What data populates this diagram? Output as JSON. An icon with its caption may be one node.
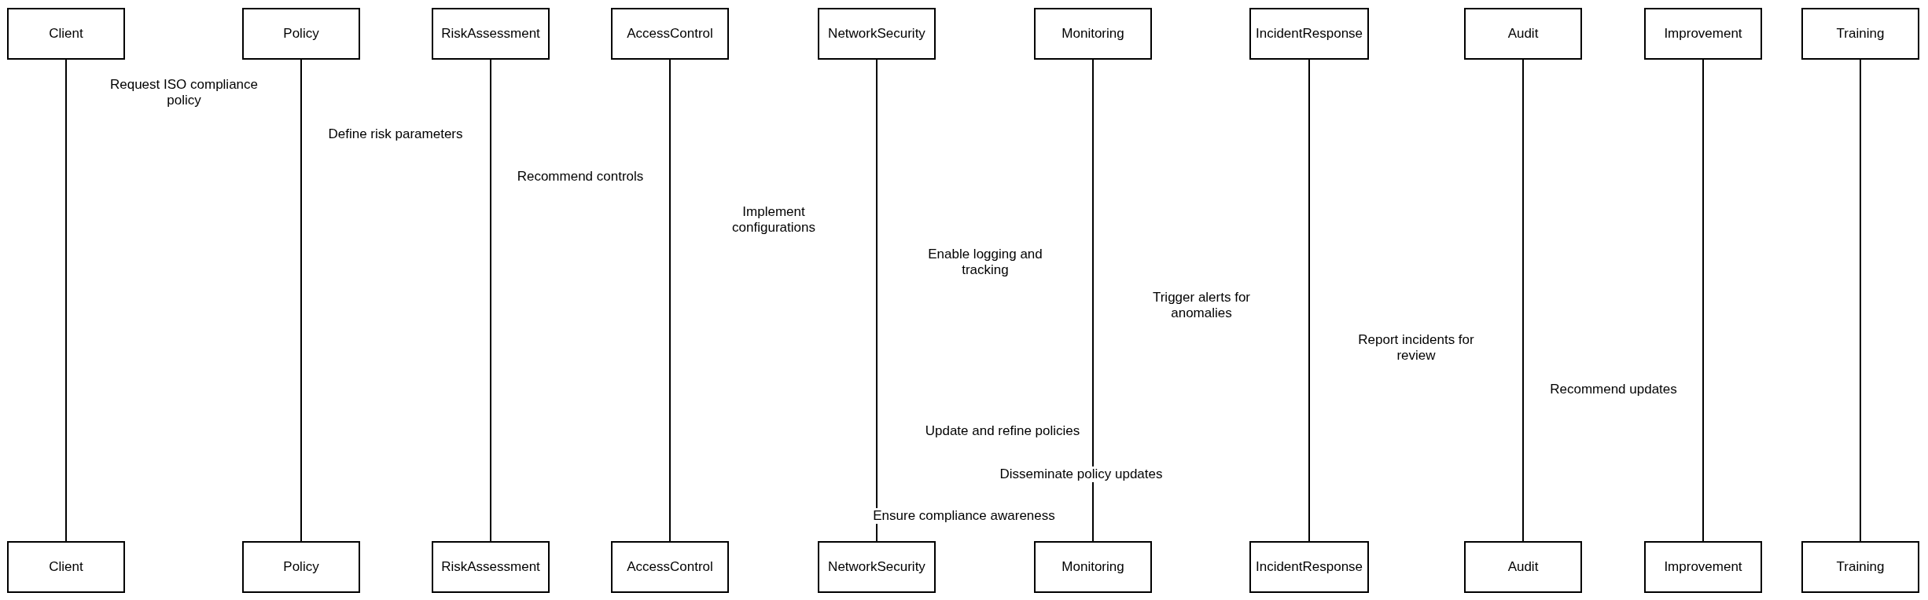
{
  "diagram": {
    "nodes": [
      {
        "text": [
          "Client"
        ]
      },
      {
        "text": [
          "Policy"
        ]
      },
      {
        "text": [
          "RiskAssessment"
        ]
      },
      {
        "text": [
          "AccessControl"
        ]
      },
      {
        "text": [
          "NetworkSecurity"
        ]
      },
      {
        "text": [
          "Monitoring"
        ]
      },
      {
        "text": [
          "IncidentResponse"
        ]
      },
      {
        "text": [
          "Audit"
        ]
      },
      {
        "text": [
          "Improvement"
        ]
      },
      {
        "text": [
          "Training"
        ]
      },
      {
        "text": [
          "Client"
        ]
      },
      {
        "text": [
          "Policy"
        ]
      },
      {
        "text": [
          "RiskAssessment"
        ]
      },
      {
        "text": [
          "AccessControl"
        ]
      },
      {
        "text": [
          "NetworkSecurity"
        ]
      },
      {
        "text": [
          "Monitoring"
        ]
      },
      {
        "text": [
          "IncidentResponse"
        ]
      },
      {
        "text": [
          "Audit"
        ]
      },
      {
        "text": [
          "Improvement"
        ]
      },
      {
        "text": [
          "Training"
        ]
      }
    ],
    "edges": [
      {
        "from": 0,
        "to": 10,
        "arrow": "none"
      },
      {
        "from": 1,
        "to": 11,
        "arrow": "none"
      },
      {
        "from": 2,
        "to": 12,
        "arrow": "none"
      },
      {
        "from": 3,
        "to": 13,
        "arrow": "none"
      },
      {
        "from": 4,
        "to": 14,
        "arrow": "none"
      },
      {
        "from": 5,
        "to": 15,
        "arrow": "none"
      },
      {
        "from": 6,
        "to": 16,
        "arrow": "none"
      },
      {
        "from": 7,
        "to": 17,
        "arrow": "none"
      },
      {
        "from": 8,
        "to": 18,
        "arrow": "none"
      },
      {
        "from": 9,
        "to": 19,
        "arrow": "none"
      }
    ],
    "labels": [
      "Request ISO compliance policy",
      "Define risk parameters",
      "Recommend controls",
      "Implement configurations",
      "Enable logging and tracking",
      "Trigger alerts for anomalies",
      "Report incidents for review",
      "Recommend updates",
      "Update and refine policies",
      "Disseminate policy updates",
      "Ensure compliance awareness"
    ]
  }
}
